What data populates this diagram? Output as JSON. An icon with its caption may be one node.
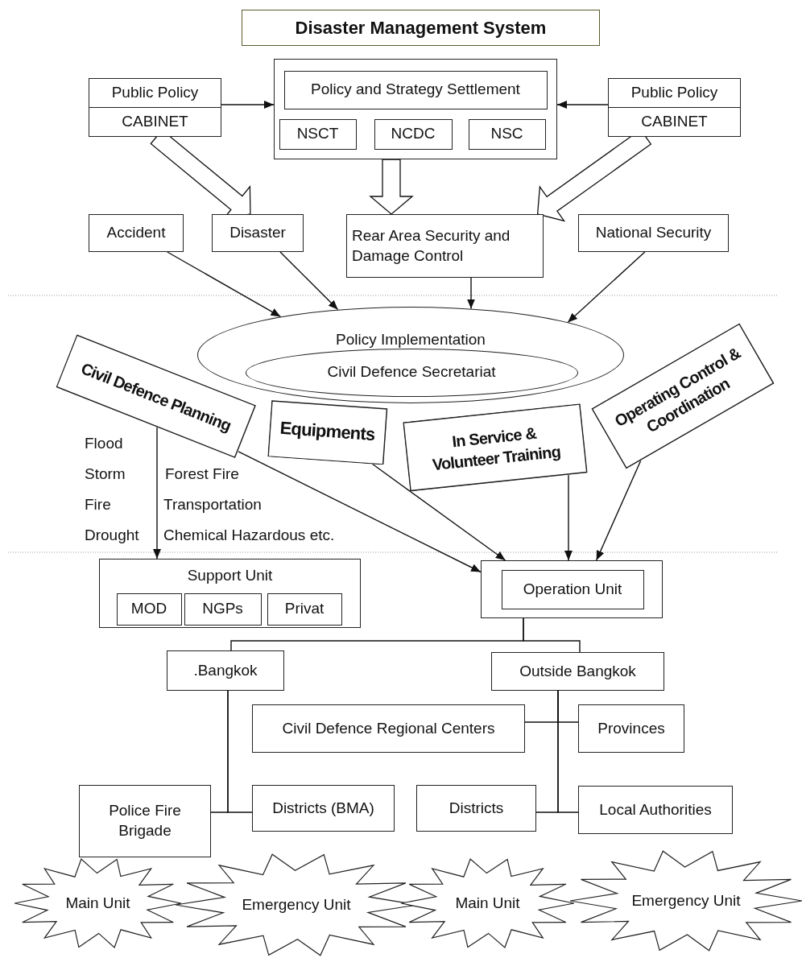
{
  "diagram": {
    "title": "Disaster Management System",
    "nodes": [
      {
        "text": [
          "Public Policy",
          "CABINET"
        ]
      },
      {
        "text": [],
        "shape": "box"
      },
      {
        "text": [
          "Policy and Strategy Settlement"
        ],
        "in": 1
      },
      {
        "text": [
          "NSCT"
        ],
        "in": 1
      },
      {
        "text": [
          "NCDC"
        ],
        "in": 1
      },
      {
        "text": [
          "NSC"
        ],
        "in": 1
      },
      {
        "text": [
          "Public Policy",
          "CABINET"
        ]
      },
      {
        "text": [
          "Accident"
        ]
      },
      {
        "text": [
          "Disaster"
        ]
      },
      {
        "text": [
          "Rear Area Security and Damage Control"
        ]
      },
      {
        "text": [
          "National Security"
        ]
      },
      {
        "text": [
          "Policy Implementation"
        ]
      },
      {
        "text": [
          "Civil Defence Secretariat"
        ],
        "in": 11
      },
      {
        "text": [
          "Civil Defence Planning"
        ]
      },
      {
        "text": [
          "Equipments"
        ]
      },
      {
        "text": [
          "In Service & Volunteer Training"
        ]
      },
      {
        "text": [
          "Operating Control & Coordination"
        ]
      },
      {
        "text": [
          "Support Unit"
        ]
      },
      {
        "text": [
          "MOD"
        ],
        "in": 17
      },
      {
        "text": [
          "NGPs"
        ],
        "in": 17
      },
      {
        "text": [
          "Privat"
        ],
        "in": 17
      },
      {
        "text": [],
        "shape": "box"
      },
      {
        "text": [
          "Operation Unit"
        ],
        "in": 21
      },
      {
        "text": [
          ".Bangkok"
        ]
      },
      {
        "text": [
          "Outside Bangkok"
        ]
      },
      {
        "text": [
          "Civil Defence Regional Centers"
        ]
      },
      {
        "text": [
          "Provinces"
        ]
      },
      {
        "text": [
          "Police Fire Brigade"
        ]
      },
      {
        "text": [
          "Districts (BMA)"
        ]
      },
      {
        "text": [
          "Districts"
        ]
      },
      {
        "text": [
          "Local Authorities"
        ]
      },
      {
        "text": [
          "Main Unit"
        ]
      },
      {
        "text": [
          "Emergency Unit"
        ]
      },
      {
        "text": [
          "Main Unit"
        ]
      },
      {
        "text": [
          "Emergency Unit"
        ]
      }
    ],
    "edges": [
      {
        "from": 0,
        "to": 1,
        "arrow": "to"
      },
      {
        "from": 6,
        "to": 1,
        "arrow": "to"
      },
      {
        "from": 0,
        "to": 8,
        "arrow": "to",
        "style": "thick"
      },
      {
        "from": 1,
        "to": 9,
        "arrow": "to",
        "style": "thick"
      },
      {
        "from": 6,
        "to": 9,
        "arrow": "to",
        "style": "thick"
      },
      {
        "from": 7,
        "to": 11,
        "arrow": "to"
      },
      {
        "from": 8,
        "to": 11,
        "arrow": "to"
      },
      {
        "from": 9,
        "to": 11,
        "arrow": "to"
      },
      {
        "from": 10,
        "to": 11,
        "arrow": "to"
      },
      {
        "from": 13,
        "to": 17,
        "arrow": "to"
      },
      {
        "from": 13,
        "to": 21,
        "arrow": "to"
      },
      {
        "from": 14,
        "to": 21,
        "arrow": "to"
      },
      {
        "from": 15,
        "to": 21,
        "arrow": "to"
      },
      {
        "from": 16,
        "to": 21,
        "arrow": "to"
      },
      {
        "from": 21,
        "to": 23,
        "arrow": "none"
      },
      {
        "from": 21,
        "to": 24,
        "arrow": "none"
      },
      {
        "from": 23,
        "to": 27,
        "arrow": "none"
      },
      {
        "from": 23,
        "to": 28,
        "arrow": "none"
      },
      {
        "from": 24,
        "to": 25,
        "arrow": "none"
      },
      {
        "from": 24,
        "to": 26,
        "arrow": "none"
      },
      {
        "from": 24,
        "to": 29,
        "arrow": "none"
      },
      {
        "from": 24,
        "to": 30,
        "arrow": "none"
      }
    ],
    "labels": [
      "Flood",
      "Storm",
      "Forest Fire",
      "Fire",
      "Transportation",
      "Drought",
      "Chemical Hazardous etc."
    ]
  }
}
